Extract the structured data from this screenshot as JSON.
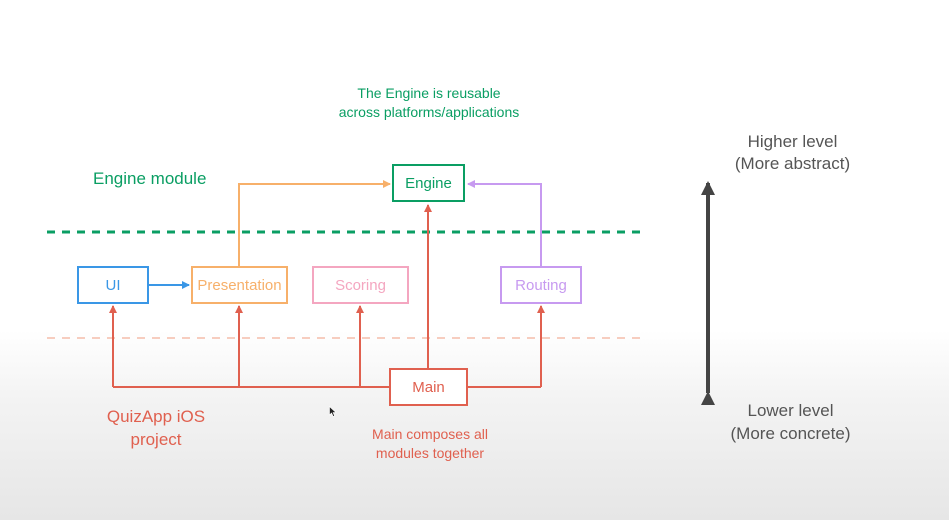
{
  "colors": {
    "green": "#0a9e63",
    "orange": "#f7b06a",
    "blue": "#3a97e6",
    "pink": "#f4a6c0",
    "purple": "#c79af0",
    "red": "#e0604f",
    "gray": "#555555"
  },
  "notes": {
    "engine_reusable": [
      "The Engine is reusable",
      "across platforms/applications"
    ],
    "engine_module": "Engine module",
    "quizapp_project": [
      "QuizApp iOS",
      "project"
    ],
    "main_composes": [
      "Main composes all",
      "modules together"
    ],
    "higher_level": [
      "Higher level",
      "(More abstract)"
    ],
    "lower_level": [
      "Lower level",
      "(More concrete)"
    ]
  },
  "boxes": {
    "engine": "Engine",
    "ui": "UI",
    "presentation": "Presentation",
    "scoring": "Scoring",
    "routing": "Routing",
    "main": "Main"
  },
  "cursor_icon": "mouse-pointer-icon"
}
